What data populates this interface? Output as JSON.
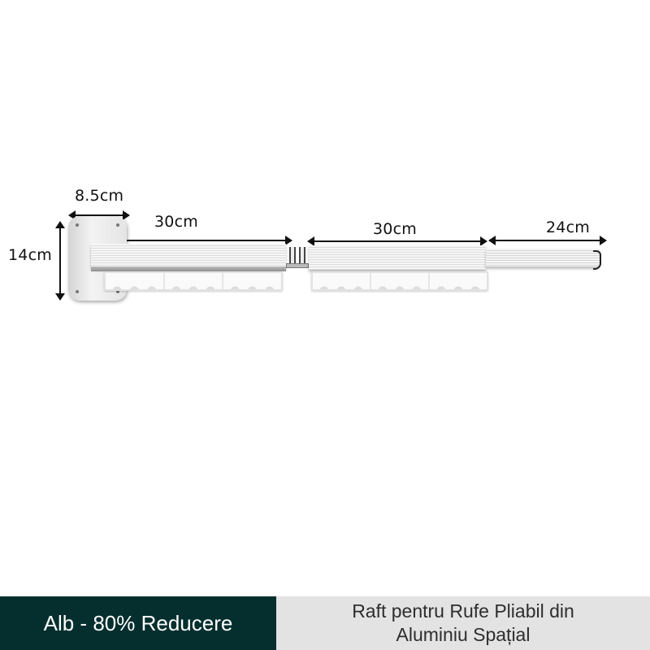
{
  "product_image": {
    "dimensions": {
      "plate_width": "8.5cm",
      "plate_height": "14cm",
      "arm_1_length": "30cm",
      "arm_2_length": "30cm",
      "extension_length": "24cm"
    }
  },
  "banner": {
    "variant_label": "Alb - 80% Reducere",
    "title_line_1": "Raft pentru Rufe Pliabil din",
    "title_line_2": "Aluminiu Spațial",
    "colors": {
      "left_bg": "#052f2e",
      "right_bg": "#e3e3e3"
    }
  }
}
